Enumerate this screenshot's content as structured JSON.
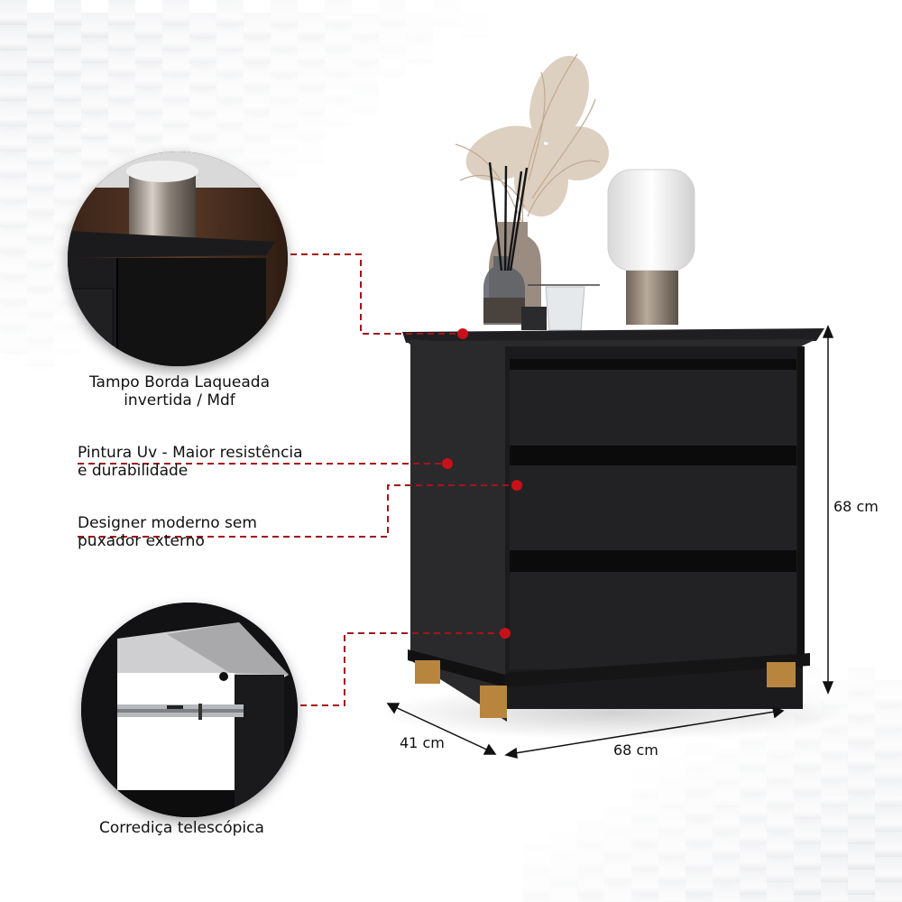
{
  "features": [
    {
      "id": "tampo",
      "lines": [
        "Tampo Borda Laqueada",
        "invertida / Mdf"
      ]
    },
    {
      "id": "pintura",
      "lines": [
        "Pintura Uv - Maior resistência",
        "e durabilidade"
      ]
    },
    {
      "id": "design",
      "lines": [
        "Designer moderno sem",
        "puxador externo"
      ]
    },
    {
      "id": "corredica",
      "lines": [
        "Corrediça telescópica"
      ]
    }
  ],
  "dimensions": {
    "height": "68 cm",
    "width": "68 cm",
    "depth": "41 cm"
  },
  "product": {
    "drawer_count": 3,
    "body_color": "#1c1c1e",
    "feet_color": "#b8853f"
  },
  "colors": {
    "callout_line": "#a3141c",
    "callout_dot": "#c8101a",
    "text": "#111111"
  }
}
